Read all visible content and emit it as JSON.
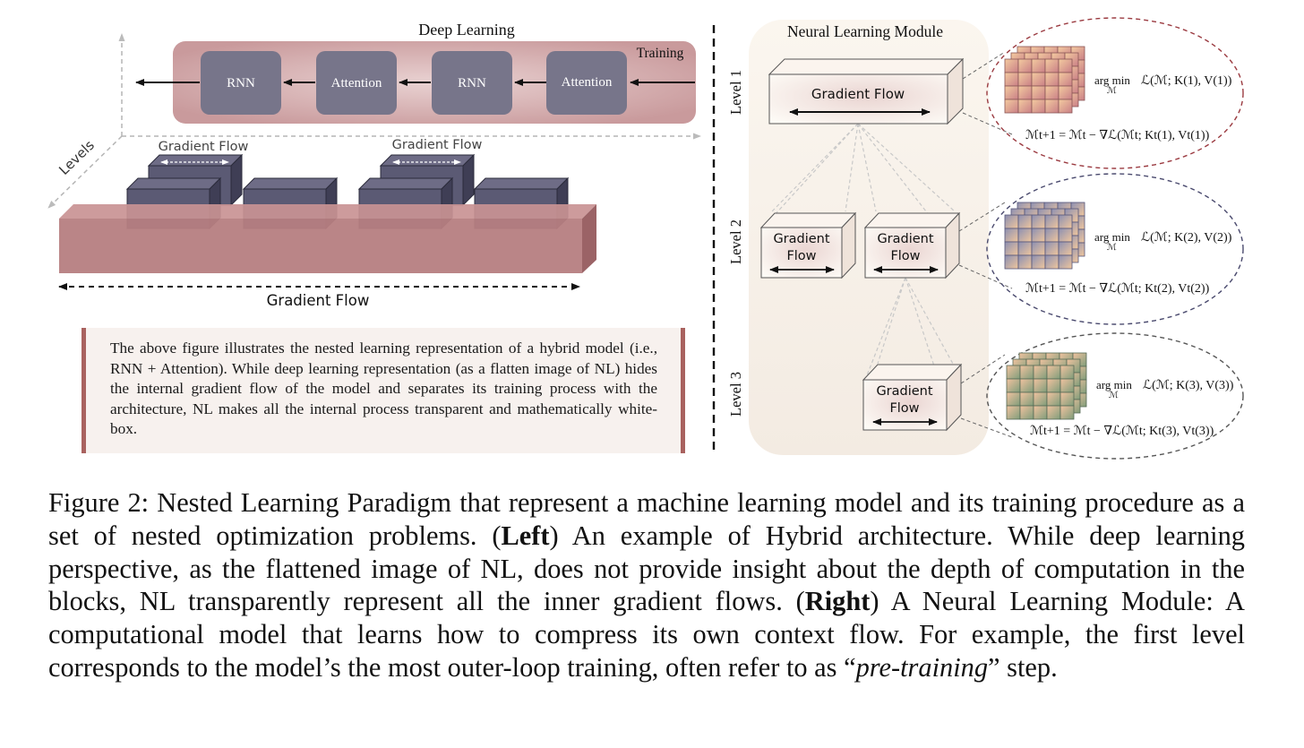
{
  "left_panel": {
    "title": "Deep Learning",
    "training_label": "Training",
    "levels_label": "Levels",
    "blocks": [
      "RNN",
      "Attention",
      "RNN",
      "Attention"
    ],
    "gradient_flow_labels": [
      "Gradient Flow",
      "Gradient Flow"
    ],
    "bottom_label": "Gradient Flow",
    "note": "The above figure illustrates the nested learning representation of a hybrid model (i.e., RNN + Attention). While deep learning representation (as a flatten image of NL) hides the internal gradient flow of the model and separates its training process with the architecture, NL makes all the internal process transparent and mathematically white-box."
  },
  "right_panel": {
    "title": "Neural Learning Module",
    "levels": [
      "Level 1",
      "Level 2",
      "Level 3"
    ],
    "level1_box": "Gradient Flow",
    "level2_boxes": [
      [
        "Gradient",
        "Flow"
      ],
      [
        "Gradient",
        "Flow"
      ]
    ],
    "level3_box": [
      "Gradient",
      "Flow"
    ],
    "equations": [
      {
        "argmin": "arg min",
        "sub": "ℳ",
        "objective": "ℒ(ℳ; K(1), V(1))",
        "update": "ℳt+1 = ℳt − ∇ℒ(ℳt; Kt(1), Vt(1))"
      },
      {
        "argmin": "arg min",
        "sub": "ℳ",
        "objective": "ℒ(ℳ; K(2), V(2))",
        "update": "ℳt+1 = ℳt − ∇ℒ(ℳt; Kt(2), Vt(2))"
      },
      {
        "argmin": "arg min",
        "sub": "ℳ",
        "objective": "ℒ(ℳ; K(3), V(3))",
        "update": "ℳt+1 = ℳt − ∇ℒ(ℳt; Kt(3), Vt(3))"
      }
    ]
  },
  "caption": {
    "p1": "Figure 2:  Nested Learning Paradigm that represent a machine learning model and its training procedure as a set of nested optimization problems. (",
    "left": "Left",
    "p2": ") An example of Hybrid architecture. While deep learning perspective, as the flattened image of NL, does not provide insight about the depth of computation in the blocks, NL transparently represent all the inner gradient flows. (",
    "right": "Right",
    "p3": ") A Neural Learning Module: A computational model that learns how to compress its own context flow. For example, the first level corresponds to the model’s the most outer-loop training, often refer to as “",
    "italic": "pre-training",
    "p4": "” step."
  }
}
